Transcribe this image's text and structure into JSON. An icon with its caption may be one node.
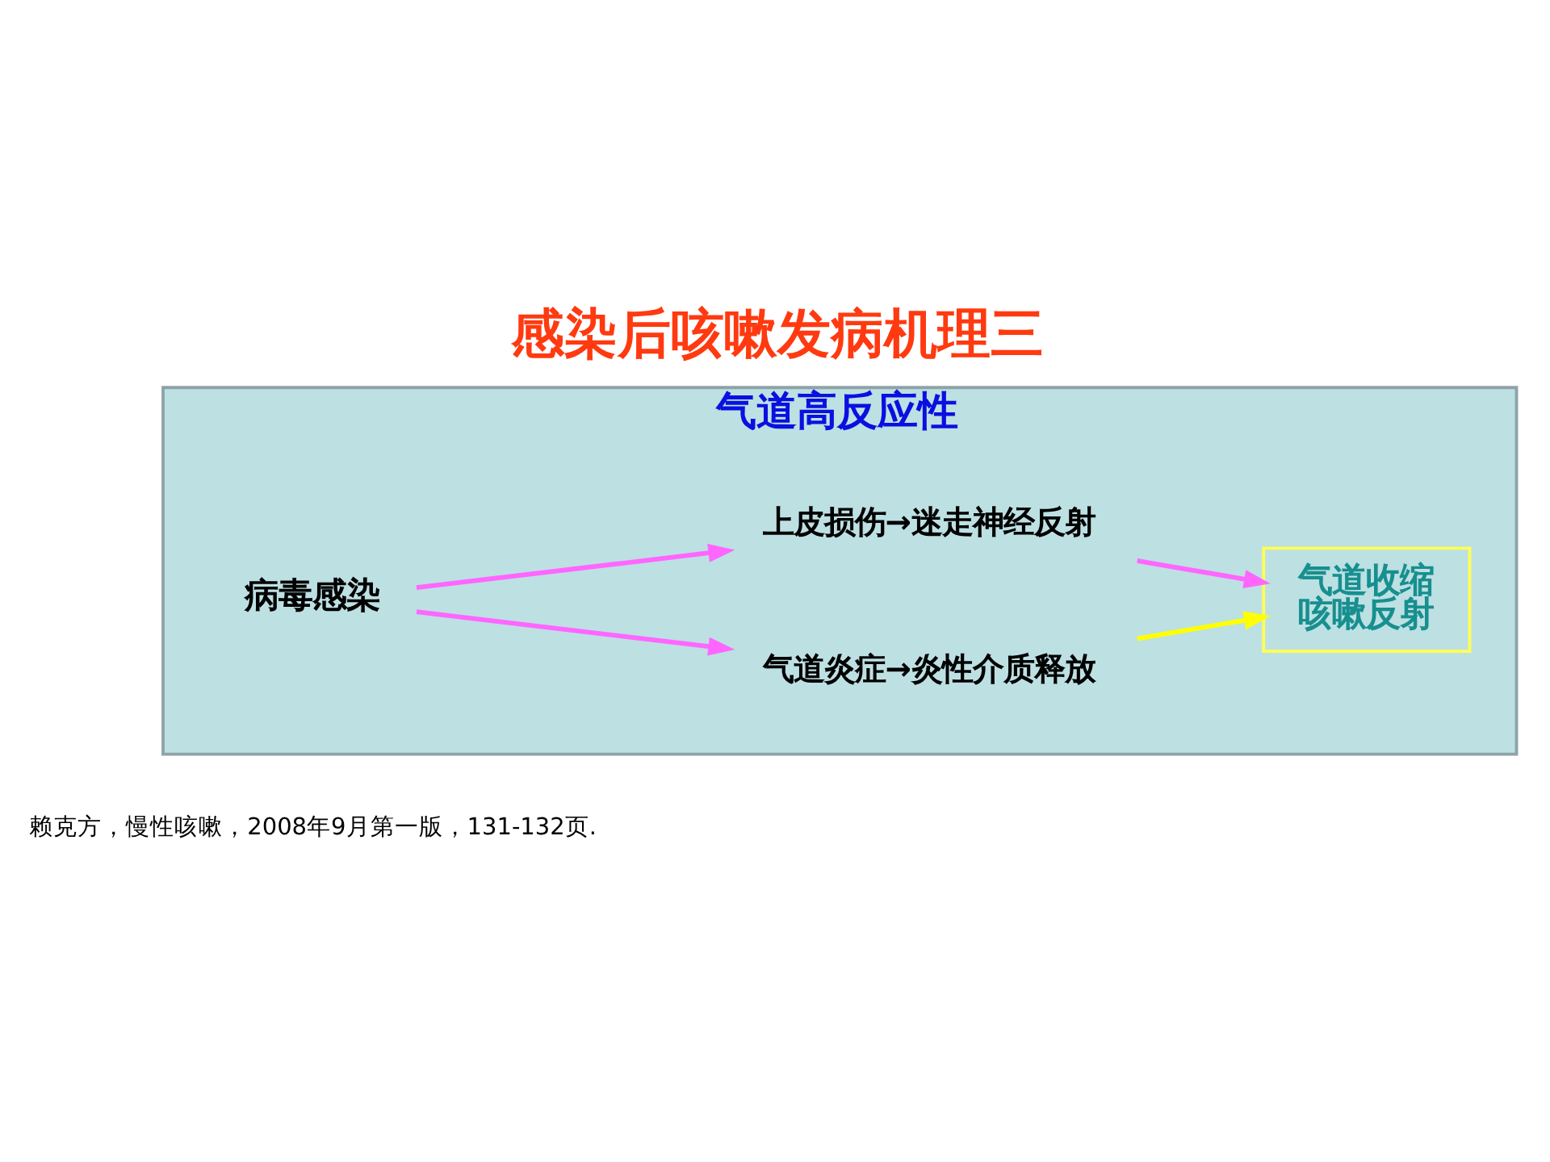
{
  "diagram": {
    "title": "感染后咳嗽发病机理三",
    "caption": "赖克方，慢性咳嗽，2008年9月第一版，131-132页.",
    "nodes": [
      {
        "text": [
          "气道高反应性"
        ]
      },
      {
        "text": [
          "病毒感染"
        ],
        "in": 0
      },
      {
        "text": [
          "上皮损伤→迷走神经反射"
        ],
        "in": 0
      },
      {
        "text": [
          "气道炎症→炎性介质释放"
        ],
        "in": 0
      },
      {
        "text": [
          "气道收缩",
          "咳嗽反射"
        ],
        "in": 0
      }
    ],
    "edges": [
      {
        "from": 1,
        "to": 2,
        "arrow": "to"
      },
      {
        "from": 1,
        "to": 3,
        "arrow": "to"
      },
      {
        "from": 2,
        "to": 4,
        "arrow": "to"
      },
      {
        "from": 3,
        "to": 4,
        "arrow": "to",
        "color": "#ffff00"
      }
    ]
  }
}
